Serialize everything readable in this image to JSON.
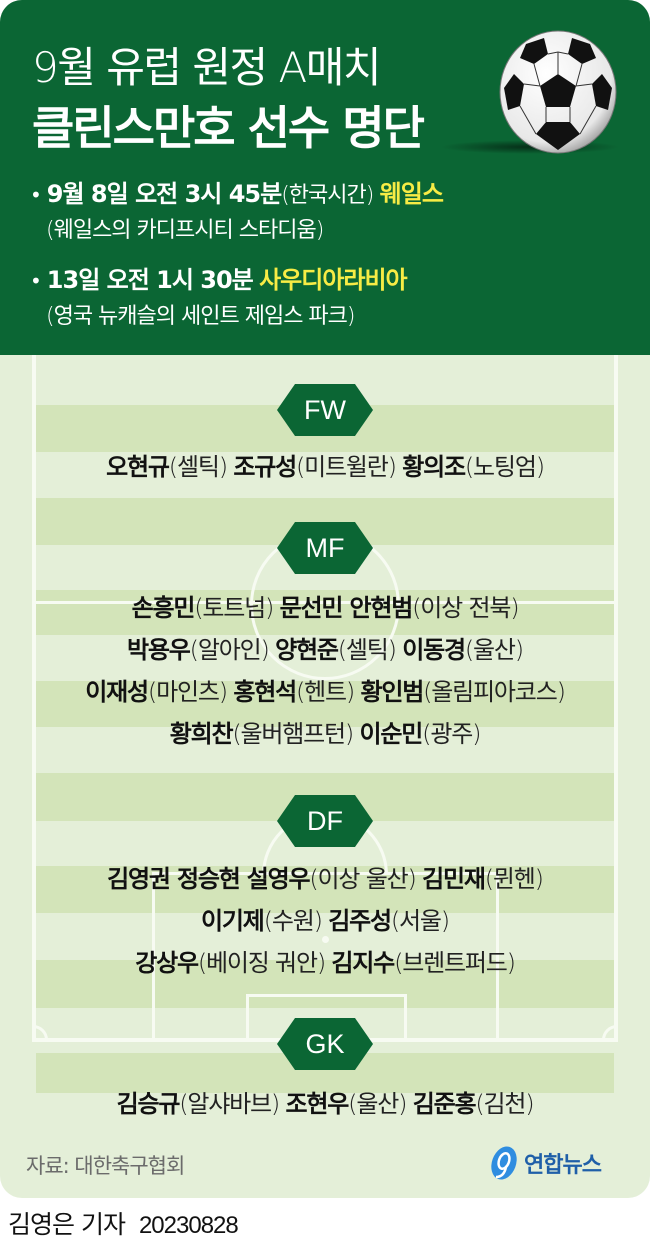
{
  "header": {
    "title_line1": "9월 유럽 원정 A매치",
    "title_line2": "클린스만호 선수 명단",
    "matches": [
      {
        "bullet": "•",
        "datetime": "9월 8일 오전 3시 45분",
        "note": "(한국시간)",
        "opponent": "웨일스",
        "venue": "(웨일스의 카디프시티 스타디움)"
      },
      {
        "bullet": "•",
        "datetime": "13일 오전 1시 30분",
        "note": "",
        "opponent": "사우디아라비아",
        "venue": "(영국 뉴캐슬의 세인트 제임스 파크)"
      }
    ]
  },
  "colors": {
    "header_green": "#0b6634",
    "field_light": "#e4efd8",
    "field_stripe": "#d3e4b9",
    "opponent_yellow": "#f7ec45",
    "badge_green": "#0b6634",
    "logo_blue": "#1f5fa8"
  },
  "positions": [
    {
      "label": "FW",
      "lines": [
        [
          {
            "name": "오현규",
            "club": "(셀틱)"
          },
          {
            "name": "조규성",
            "club": "(미트윌란)"
          },
          {
            "name": "황의조",
            "club": "(노팅엄)"
          }
        ]
      ]
    },
    {
      "label": "MF",
      "lines": [
        [
          {
            "name": "손흥민",
            "club": "(토트넘)"
          },
          {
            "name": "문선민 안현범",
            "club": "(이상 전북)"
          }
        ],
        [
          {
            "name": "박용우",
            "club": "(알아인)"
          },
          {
            "name": "양현준",
            "club": "(셀틱)"
          },
          {
            "name": "이동경",
            "club": "(울산)"
          }
        ],
        [
          {
            "name": "이재성",
            "club": "(마인츠)"
          },
          {
            "name": "홍현석",
            "club": "(헨트)"
          },
          {
            "name": "황인범",
            "club": "(올림피아코스)"
          }
        ],
        [
          {
            "name": "황희찬",
            "club": "(울버햄프턴)"
          },
          {
            "name": "이순민",
            "club": "(광주)"
          }
        ]
      ]
    },
    {
      "label": "DF",
      "lines": [
        [
          {
            "name": "김영권 정승현 설영우",
            "club": "(이상 울산)"
          },
          {
            "name": "김민재",
            "club": "(뮌헨)"
          }
        ],
        [
          {
            "name": "이기제",
            "club": "(수원)"
          },
          {
            "name": "김주성",
            "club": "(서울)"
          }
        ],
        [
          {
            "name": "강상우",
            "club": "(베이징 궈안)"
          },
          {
            "name": "김지수",
            "club": "(브렌트퍼드)"
          }
        ]
      ]
    },
    {
      "label": "GK",
      "lines": [
        [
          {
            "name": "김승규",
            "club": "(알샤바브)"
          },
          {
            "name": "조현우",
            "club": "(울산)"
          },
          {
            "name": "김준홍",
            "club": "(김천)"
          }
        ]
      ]
    }
  ],
  "footer": {
    "source": "자료: 대한축구협회",
    "logo_text": "연합뉴스",
    "logo_icon": "yonhap-globe-icon",
    "reporter": "김영은 기자",
    "date": "20230828"
  }
}
